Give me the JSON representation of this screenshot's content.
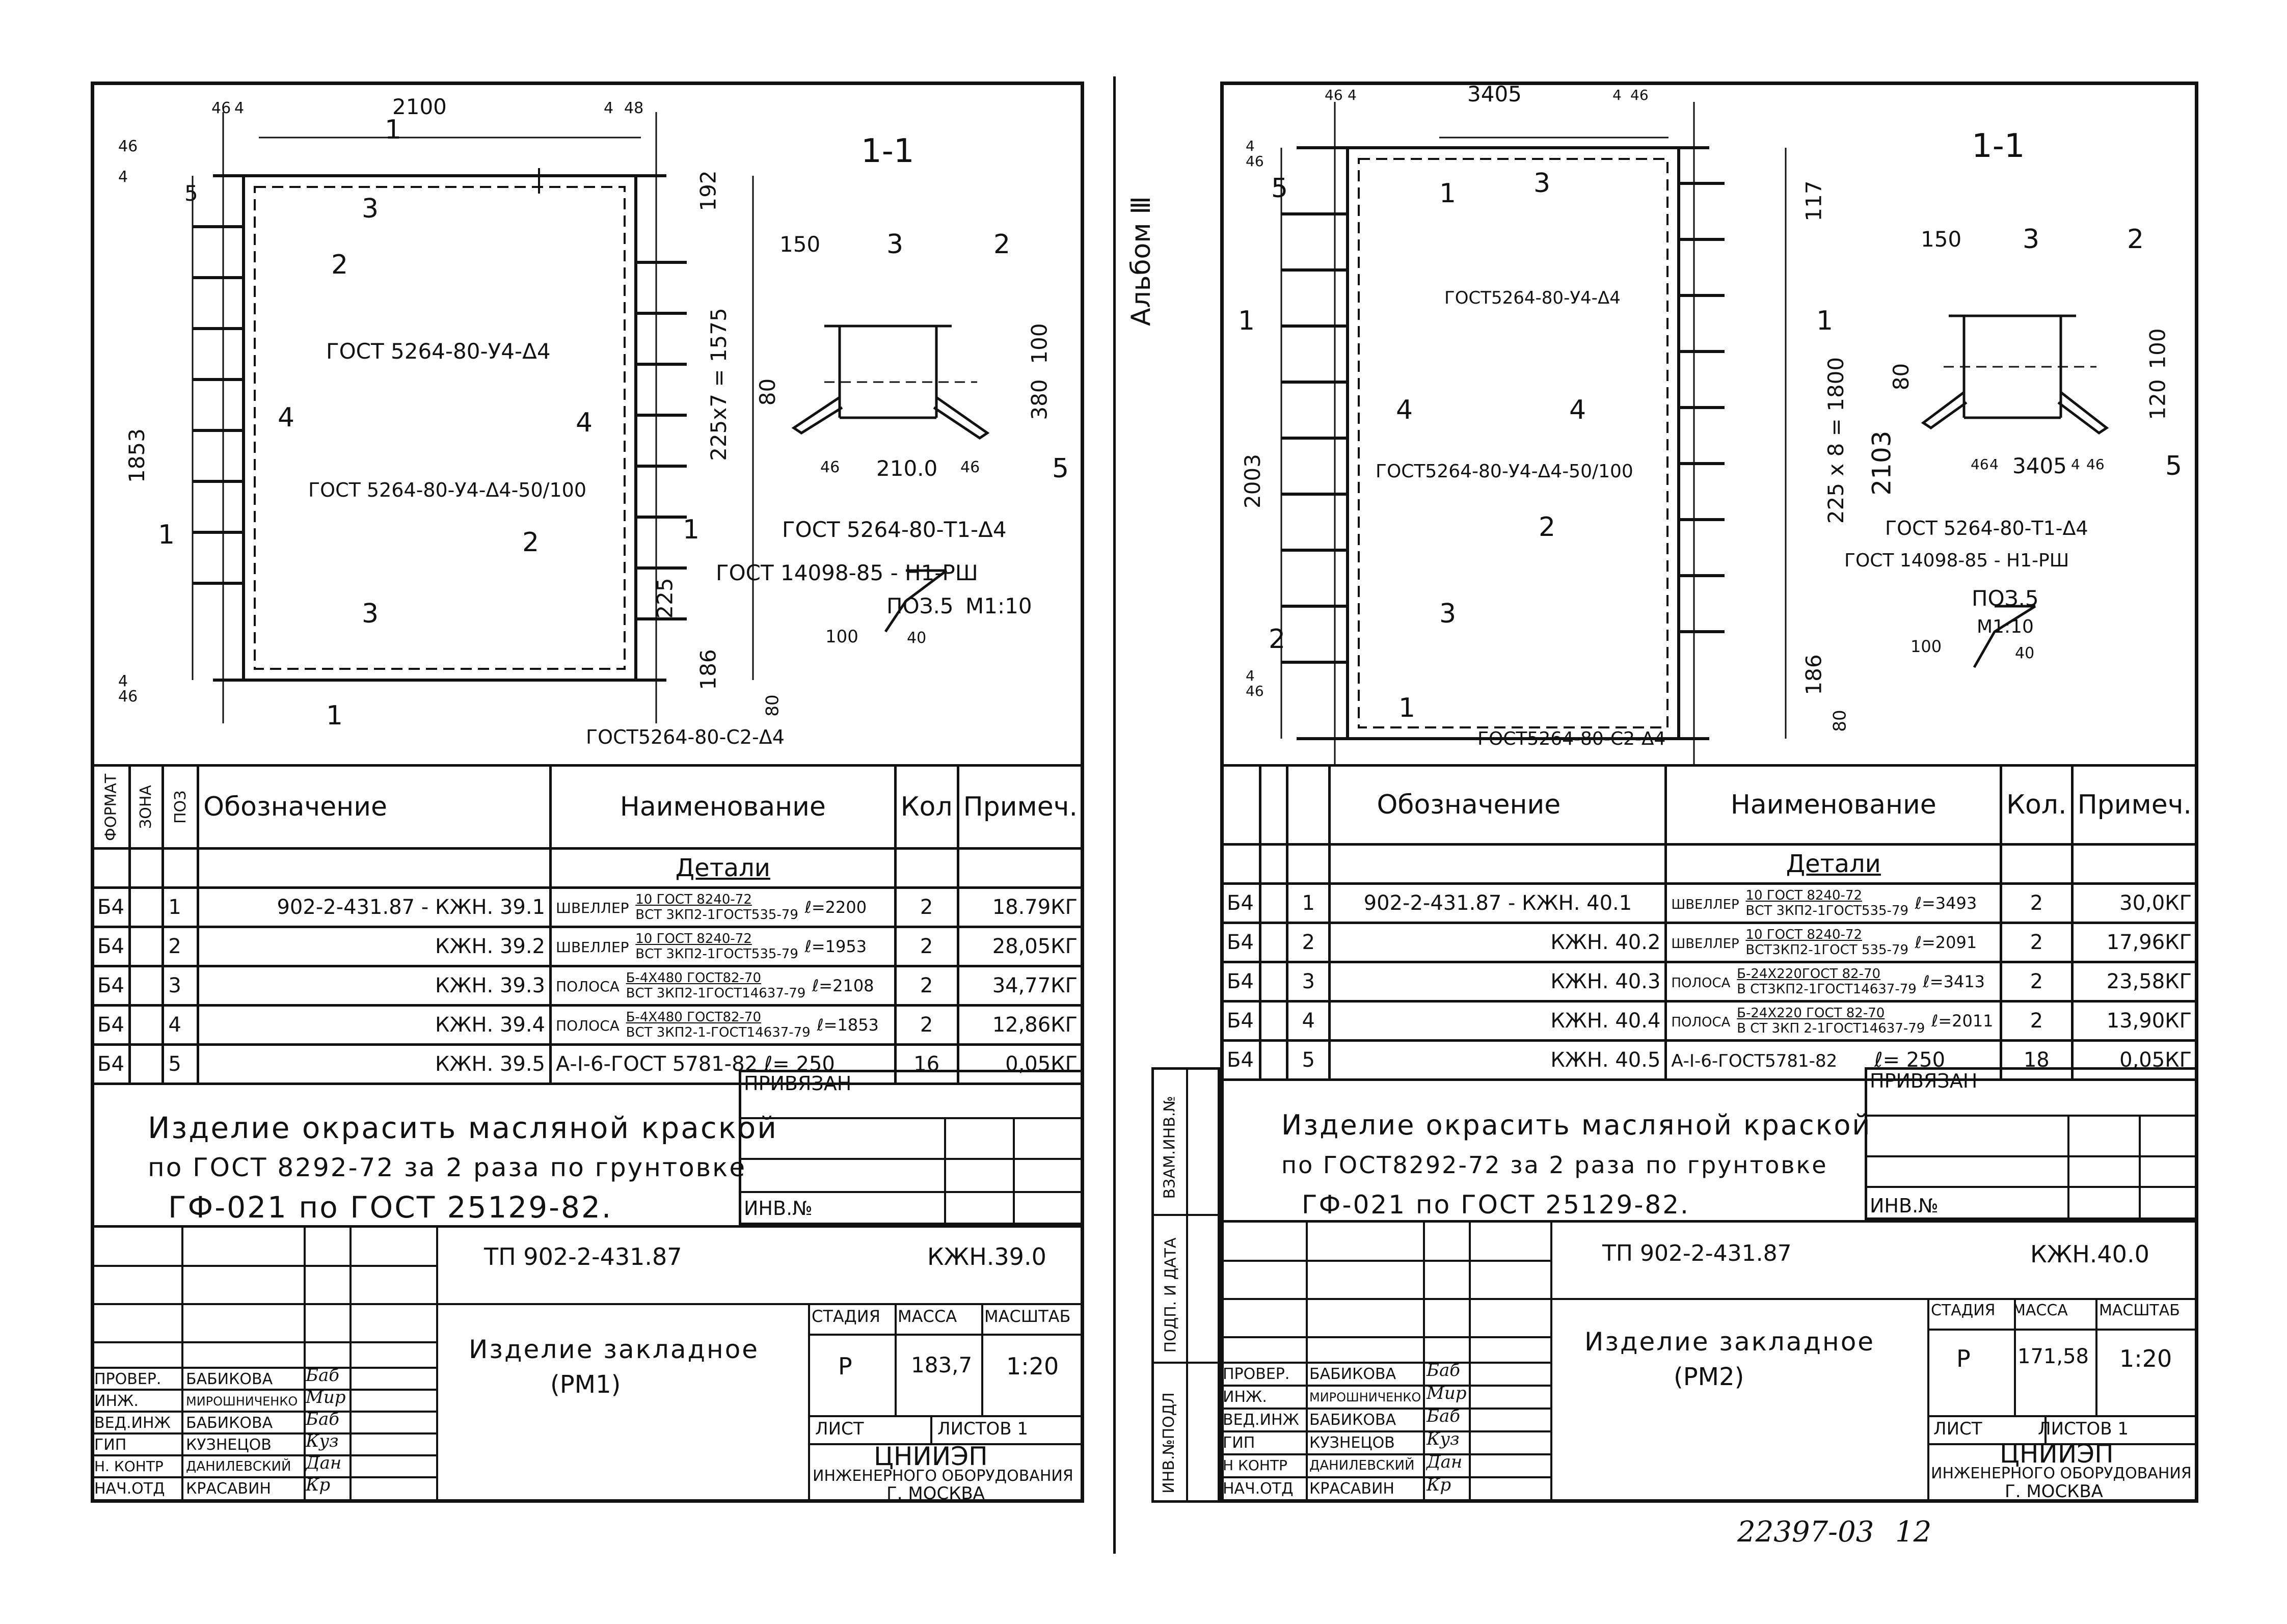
{
  "album_label": "Альбом Ⅲ",
  "footer_number": "22397-03",
  "footer_page": "12",
  "sheets": [
    {
      "dims": {
        "top_left_a": "46",
        "top_left_b": "4",
        "top_width": "2100",
        "top_right_a": "4",
        "top_right_b": "48",
        "left_a": "4",
        "left_b": "46",
        "height": "1853",
        "bottom_left_a": "46",
        "bottom_left_b": "4",
        "right_top": "192",
        "right_mid": "225x7 = 1575",
        "right_step": "225",
        "right_bottom": "186"
      },
      "marks": {
        "m1_top": "1",
        "m3_top": "3",
        "m2_left": "2",
        "m4_left": "4",
        "m4_right": "4",
        "m2_right": "2",
        "m3_bottom": "3",
        "m1_bottom": "1",
        "m5": "5"
      },
      "section_marks": {
        "left": "1",
        "right": "1"
      },
      "gost_labels": {
        "g1": "ГОСТ 5264-80-У4-Δ4",
        "g2": "ГОСТ 5264-80-У4-Δ4-50/100",
        "g3": "ГОСТ5264-80-С2-Δ4"
      },
      "section": {
        "title": "1-1",
        "dim_top": "150",
        "mark3": "3",
        "mark2": "2",
        "dim_100": "100",
        "dim_380": "380",
        "dim_80": "80",
        "dim_46a": "46",
        "dim_mid": "210.0",
        "dim_46b": "46",
        "mark5": "5",
        "gost_a": "ГОСТ 5264-80-Т1-Δ4",
        "gost_b": "ГОСТ 14098-85 - Н1-РШ",
        "detail_label": "ПОЗ.5",
        "detail_scale": "М1:10",
        "detail_100": "100",
        "detail_40": "40",
        "detail_80": "80"
      },
      "table": {
        "headers": {
          "format": "ФОРМАТ",
          "zone": "ЗОНА",
          "pos": "ПОЗ",
          "designation": "Обозначение",
          "name": "Наименование",
          "qty": "Кол",
          "note": "Примеч."
        },
        "section_title": "Детали",
        "rows": [
          {
            "format": "Б4",
            "pos": "1",
            "designation": "902-2-431.87   - КЖН. 39.1",
            "name_a": "ШВЕЛЛЕР",
            "name_b": "10 ГОСТ 8240-72",
            "name_c": "ВСТ 3КП2-1ГОСТ535-79",
            "len": "ℓ=2200",
            "qty": "2",
            "note": "18.79КГ"
          },
          {
            "format": "Б4",
            "pos": "2",
            "designation": "КЖН. 39.2",
            "name_a": "ШВЕЛЛЕР",
            "name_b": "10 ГОСТ 8240-72",
            "name_c": "ВСТ 3КП2-1ГОСТ535-79",
            "len": "ℓ=1953",
            "qty": "2",
            "note": "28,05КГ"
          },
          {
            "format": "Б4",
            "pos": "3",
            "designation": "КЖН. 39.3",
            "name_a": "ПОЛОСА",
            "name_b": "Б-4Х480 ГОСТ82-70",
            "name_c": "ВСТ 3КП2-1ГОСТ14637-79",
            "len": "ℓ=2108",
            "qty": "2",
            "note": "34,77КГ"
          },
          {
            "format": "Б4",
            "pos": "4",
            "designation": "КЖН. 39.4",
            "name_a": "ПОЛОСА",
            "name_b": "Б-4Х480 ГОСТ82-70",
            "name_c": "ВСТ 3КП2-1-ГОСТ14637-79",
            "len": "ℓ=1853",
            "qty": "2",
            "note": "12,86КГ"
          },
          {
            "format": "Б4",
            "pos": "5",
            "designation": "КЖН. 39.5",
            "name_a": "А-I-6-ГОСТ 5781-82",
            "name_b": "",
            "name_c": "",
            "len": "ℓ= 250",
            "qty": "16",
            "note": "0,05КГ"
          }
        ]
      },
      "note_lines": [
        "Изделие окрасить масляной краской",
        "по ГОСТ 8292-72 за 2 раза по грунтовке",
        "ГФ-021 по ГОСТ 25129-82."
      ],
      "privyazan": "ПРИВЯЗАН",
      "inv_no": "ИНВ.№",
      "project": "ТП 902-2-431.87",
      "code": "КЖН.39.0",
      "product_title": "Изделие закладное",
      "product_sub": "(РМ1)",
      "stage_h": "СТАДИЯ",
      "mass_h": "МАССА",
      "scale_h": "МАСШТАБ",
      "stage": "Р",
      "mass": "183,7",
      "scale": "1:20",
      "list_h": "ЛИСТ",
      "lists_h": "ЛИСТОВ 1",
      "org_a": "ЦНИИЭП",
      "org_b": "ИНЖЕНЕРНОГО ОБОРУДОВАНИЯ",
      "org_c": "Г. МОСКВА",
      "signers": [
        {
          "role": "ПРОВЕР.",
          "name": "БАБИКОВА",
          "sig": "Баб"
        },
        {
          "role": "ИНЖ.",
          "name": "МИРОШНИЧЕНКО",
          "sig": "Мир"
        },
        {
          "role": "ВЕД.ИНЖ",
          "name": "БАБИКОВА",
          "sig": "Баб"
        },
        {
          "role": "ГИП",
          "name": "КУЗНЕЦОВ",
          "sig": "Куз"
        },
        {
          "role": "Н. КОНТР",
          "name": "ДАНИЛЕВСКИЙ",
          "sig": "Дан"
        },
        {
          "role": "НАЧ.ОТД",
          "name": "КРАСАВИН",
          "sig": "Кр"
        }
      ]
    },
    {
      "dims": {
        "top_left_a": "46",
        "top_left_b": "4",
        "top_width": "3405",
        "top_right_a": "4",
        "top_right_b": "46",
        "left_a": "4",
        "left_b": "46",
        "height": "2003",
        "bottom_left_a": "46",
        "bottom_left_b": "4",
        "right_top": "117",
        "right_mid": "225 x 8 = 1800",
        "right_total": "2103",
        "right_bottom": "186"
      },
      "marks": {
        "m5": "5",
        "m1_top": "1",
        "m3_top": "3",
        "m4_left": "4",
        "m4_mid": "4",
        "m2_mid": "2",
        "m2_left": "2",
        "m3_bottom": "3",
        "m1_bottom": "1"
      },
      "section_marks": {
        "left": "1",
        "right": "1"
      },
      "gost_labels": {
        "g1": "ГОСТ5264-80-У4-Δ4",
        "g2": "ГОСТ5264-80-У4-Δ4-50/100",
        "g3": "ГОСТ5264-80-С2-Δ4"
      },
      "section": {
        "title": "1-1",
        "dim_top": "150",
        "mark3": "3",
        "mark2": "2",
        "dim_100": "100",
        "dim_120": "120",
        "dim_80": "80",
        "dim_46a": "46",
        "dim_4a": "4",
        "dim_mid": "3405",
        "dim_4b": "4",
        "dim_46b": "46",
        "mark5": "5",
        "gost_a": "ГОСТ 5264-80-Т1-Δ4",
        "gost_b": "ГОСТ 14098-85 - Н1-РШ",
        "detail_label": "ПОЗ.5",
        "detail_scale": "М1:10",
        "detail_100": "100",
        "detail_40": "40",
        "detail_80": "80"
      },
      "table": {
        "headers": {
          "format": "",
          "zone": "",
          "pos": "",
          "designation": "Обозначение",
          "name": "Наименование",
          "qty": "Кол.",
          "note": "Примеч."
        },
        "section_title": "Детали",
        "rows": [
          {
            "format": "Б4",
            "pos": "1",
            "designation": "902-2-431.87   - КЖН. 40.1",
            "name_a": "ШВЕЛЛЕР",
            "name_b": "10 ГОСТ 8240-72",
            "name_c": "ВСТ 3КП2-1ГОСТ535-79",
            "len": "ℓ=3493",
            "qty": "2",
            "note": "30,0КГ"
          },
          {
            "format": "Б4",
            "pos": "2",
            "designation": "КЖН. 40.2",
            "name_a": "ШВЕЛЛЕР",
            "name_b": "10 ГОСТ 8240-72",
            "name_c": "ВСТ3КП2-1ГОСТ 535-79",
            "len": "ℓ=2091",
            "qty": "2",
            "note": "17,96КГ"
          },
          {
            "format": "Б4",
            "pos": "3",
            "designation": "КЖН. 40.3",
            "name_a": "ПОЛОСА",
            "name_b": "Б-24Х220ГОСТ 82-70",
            "name_c": "В СТ3КП2-1ГОСТ14637-79",
            "len": "ℓ=3413",
            "qty": "2",
            "note": "23,58КГ"
          },
          {
            "format": "Б4",
            "pos": "4",
            "designation": "КЖН. 40.4",
            "name_a": "ПОЛОСА",
            "name_b": "Б-24Х220 ГОСТ 82-70",
            "name_c": "В СТ 3КП 2-1ГОСТ14637-79",
            "len": "ℓ=2011",
            "qty": "2",
            "note": "13,90КГ"
          },
          {
            "format": "Б4",
            "pos": "5",
            "designation": "КЖН. 40.5",
            "name_a": "А-I-6-ГОСТ5781-82",
            "name_b": "",
            "name_c": "",
            "len": "ℓ= 250",
            "qty": "18",
            "note": "0,05КГ"
          }
        ]
      },
      "note_lines": [
        "Изделие окрасить масляной краской",
        "по ГОСТ8292-72 за 2 раза по грунтовке",
        "ГФ-021 по ГОСТ 25129-82."
      ],
      "privyazan": "ПРИВЯЗАН",
      "inv_no": "ИНВ.№",
      "side_labels": [
        "ВЗАМ.ИНВ.№",
        "ПОДП. И ДАТА",
        "ИНВ.№ПОДЛ"
      ],
      "project": "ТП 902-2-431.87",
      "code": "КЖН.40.0",
      "product_title": "Изделие закладное",
      "product_sub": "(РМ2)",
      "stage_h": "СТАДИЯ",
      "mass_h": "МАССА",
      "scale_h": "МАСШТАБ",
      "stage": "Р",
      "mass": "171,58",
      "scale": "1:20",
      "list_h": "ЛИСТ",
      "lists_h": "ЛИСТОВ 1",
      "org_a": "ЦНИИЭП",
      "org_b": "ИНЖЕНЕРНОГО ОБОРУДОВАНИЯ",
      "org_c": "Г. МОСКВА",
      "signers": [
        {
          "role": "ПРОВЕР.",
          "name": "БАБИКОВА",
          "sig": "Баб"
        },
        {
          "role": "ИНЖ.",
          "name": "МИРОШНИЧЕНКО",
          "sig": "Мир"
        },
        {
          "role": "ВЕД.ИНЖ",
          "name": "БАБИКОВА",
          "sig": "Баб"
        },
        {
          "role": "ГИП",
          "name": "КУЗНЕЦОВ",
          "sig": "Куз"
        },
        {
          "role": "Н КОНТР",
          "name": "ДАНИЛЕВСКИЙ",
          "sig": "Дан"
        },
        {
          "role": "НАЧ.ОТД",
          "name": "КРАСАВИН",
          "sig": "Кр"
        }
      ]
    }
  ]
}
